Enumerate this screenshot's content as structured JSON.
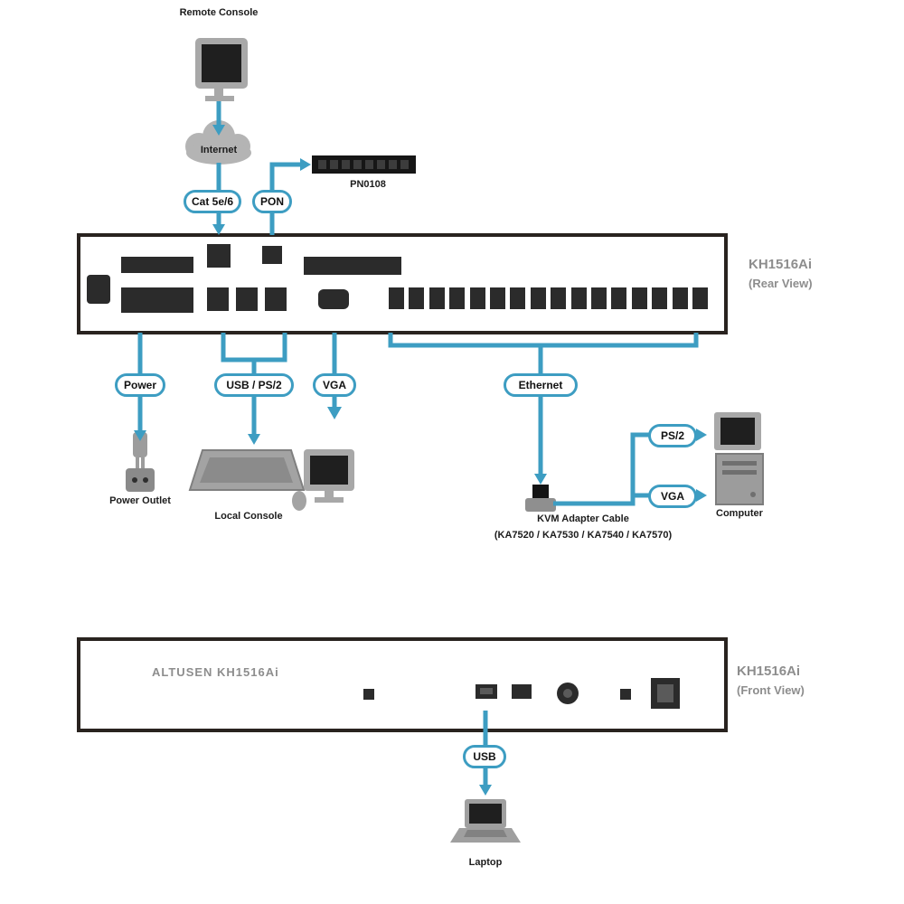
{
  "accent_color": "#3d9dc2",
  "remote_console": {
    "label": "Remote Console"
  },
  "network": {
    "cloud_label": "Internet",
    "cable_tag": "Cat 5e/6"
  },
  "pon": {
    "tag": "PON",
    "device_label": "PN0108"
  },
  "rear_unit": {
    "model": "KH1516Ai",
    "view": "(Rear View)"
  },
  "power": {
    "tag": "Power",
    "outlet_label": "Power Outlet"
  },
  "local_console": {
    "usb_tag": "USB / PS/2",
    "vga_tag": "VGA",
    "label": "Local Console"
  },
  "kvm_link": {
    "ethernet_tag": "Ethernet",
    "adapter_line1": "KVM Adapter Cable",
    "adapter_line2": "(KA7520 / KA7530 / KA7540 / KA7570)",
    "ps2_tag": "PS/2",
    "vga_tag": "VGA",
    "computer_label": "Computer"
  },
  "front_unit": {
    "model": "KH1516Ai",
    "view": "(Front View)",
    "panel_text": "ALTUSEN KH1516Ai"
  },
  "usb_link": {
    "tag": "USB",
    "laptop_label": "Laptop"
  }
}
